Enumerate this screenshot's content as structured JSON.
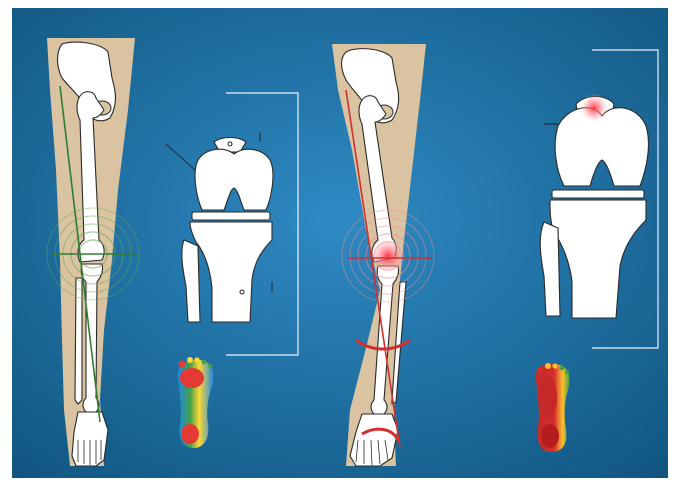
{
  "colors": {
    "panel_light": "#2f8ac4",
    "panel_dark": "#10557f",
    "skin": "#d9c3a0",
    "bone": "#ffffff",
    "bone_outline": "#2a2a2a",
    "neutral_axis": "#2e7d32",
    "varus_axis": "#d32f2f",
    "bracket": "#e8f1f8"
  },
  "panels": [
    {
      "name": "neutral",
      "axis_color_key": "neutral_axis",
      "pain_marker": false,
      "pressure_map": "balanced"
    },
    {
      "name": "varus",
      "axis_color_key": "varus_axis",
      "pain_marker": true,
      "pressure_map": "lateral-load"
    }
  ],
  "icons": {
    "pressure_map": "foot-pressure-map-icon",
    "pain": "pain-glow-icon"
  }
}
